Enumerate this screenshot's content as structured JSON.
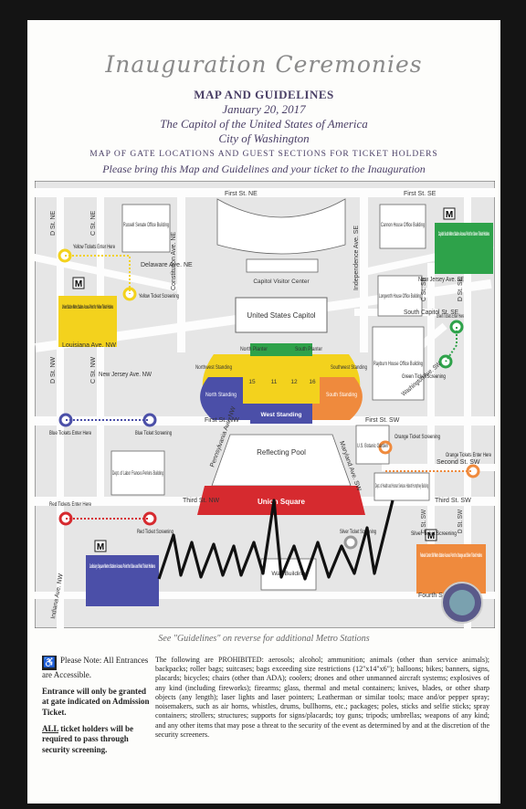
{
  "header": {
    "script_title": "Inauguration Ceremonies",
    "map_title": "MAP AND GUIDELINES",
    "date": "January 20, 2017",
    "capitol": "The Capitol of the United States of America",
    "city": "City of Washington",
    "subtitle": "MAP OF GATE LOCATIONS AND GUEST SECTIONS FOR TICKET HOLDERS",
    "bring": "Please bring this Map and Guidelines and your ticket to the Inauguration"
  },
  "streets": {
    "first_ne": "First St. NE",
    "first_se": "First St. SE",
    "delaware": "Delaware Ave. NE",
    "c_ne": "C St. NE",
    "d_ne": "D St. NE",
    "const_ne": "Constitution Ave. NE",
    "indep": "Independence Ave. SE",
    "nj_se": "New Jersey Ave. SE",
    "c_se": "C St. SE",
    "d_se": "D St. SE",
    "s_capitol": "South Capitol St. SE",
    "louisiana": "Louisiana Ave. NW",
    "nj_nw": "New Jersey Ave. NW",
    "d_nw": "D St. NW",
    "c_nw": "C St. NW",
    "first_nw": "First St. NW",
    "first_sw": "First St. SW",
    "third_nw": "Third St. NW",
    "third_sw": "Third St. SW",
    "penn": "Pennsylvania Ave. NW",
    "maryland": "Maryland Ave. SW",
    "wash": "Washington Ave. SW",
    "second_sw": "Second St. SW",
    "c_sw": "C St. SW",
    "d_sw": "D St. SW",
    "indiana": "Indiana Ave. NW",
    "fourth_sw": "Fourth St. SW"
  },
  "buildings": {
    "russell": "Russell Senate Office Building",
    "cannon": "Cannon House Office Building",
    "visitor": "Capitol Visitor Center",
    "capitol": "United States Capitol",
    "longworth": "Longworth House Office Building",
    "rayburn": "Rayburn House Office Building",
    "reflecting": "Reflecting Pool",
    "union_sq": "Union Square",
    "botanic": "U.S. Botanic Garden",
    "labor": "Dept. of Labor Frances Perkins Building",
    "hhs": "Dept. of Health and Human Services Hubert Humphrey Building",
    "wall": "Wall Building"
  },
  "sections": {
    "north_planter": "North Planter",
    "south_planter": "South Planter",
    "nw_standing": "Northwest Standing",
    "sw_standing": "Southwest Standing",
    "north_standing": "North Standing",
    "south_standing": "South Standing",
    "west_standing": "West Standing",
    "n15": "15",
    "n11": "11",
    "n12": "12",
    "n16": "16"
  },
  "gates": {
    "yellow_enter": "Yellow Tickets Enter Here",
    "yellow_screen": "Yellow Ticket Screening",
    "yellow_metro": "Union Station Metro Station Access Point for Yellow Ticket Holders",
    "green_metro": "Capitol South Metro Station Access Point for Green Ticket Holders",
    "green_enter": "Green Tickets Enter Here",
    "green_screen": "Green Ticket Screening",
    "blue_enter": "Blue Tickets Enter Here",
    "blue_screen": "Blue Ticket Screening",
    "red_enter": "Red Tickets Enter Here",
    "red_screen": "Red Ticket Screening",
    "orange_screen": "Orange Ticket Screening",
    "orange_enter": "Orange Tickets Enter Here",
    "silver_screen": "Silver Ticket Screening",
    "silver_screen2": "Silver Ticket Screening",
    "judiciary_metro": "Judiciary Square Metro Station Access Point for Blue and Red Ticket Holders",
    "federal_metro": "Federal Center SW Metro Station Access Point for Orange and Silver Ticket Holders",
    "metro_symbol": "M"
  },
  "footer": {
    "see_guidelines": "See \"Guidelines\" on reverse for additional Metro Stations",
    "accessible": "Please Note: All Entrances are Accessible.",
    "entrance": "Entrance will only be granted at gate indicated on Admission Ticket.",
    "all_word": "ALL",
    "all_rest": " ticket holders will be required to pass through security screening.",
    "prohibited": "The following are PROHIBITED: aerosols; alcohol; ammunition; animals (other than service animals); backpacks; roller bags; suitcases; bags exceeding size restrictions (12\"x14\"x6\"); balloons; bikes; banners, signs, placards; bicycles; chairs (other than ADA); coolers; drones and other unmanned aircraft systems; explosives of any kind (including fireworks); firearms; glass, thermal and metal containers; knives, blades, or other sharp objects (any length); laser lights and laser pointers; Leatherman or similar tools; mace and/or pepper spray; noisemakers, such as air horns, whistles, drums, bullhorns, etc.; packages; poles, sticks and selfie sticks; spray containers; strollers; structures; supports for signs/placards; toy guns; tripods; umbrellas; weapons of any kind; and any other items that may pose a threat to the security of the event as determined by and at the discretion of the security screeners."
  },
  "colors": {
    "yellow": "#f3d21d",
    "green": "#2ea24a",
    "blue": "#4b4fa8",
    "red": "#d62a2f",
    "orange": "#ef8a3d",
    "silver": "#9a9a9a",
    "navy": "#4a3f66"
  }
}
